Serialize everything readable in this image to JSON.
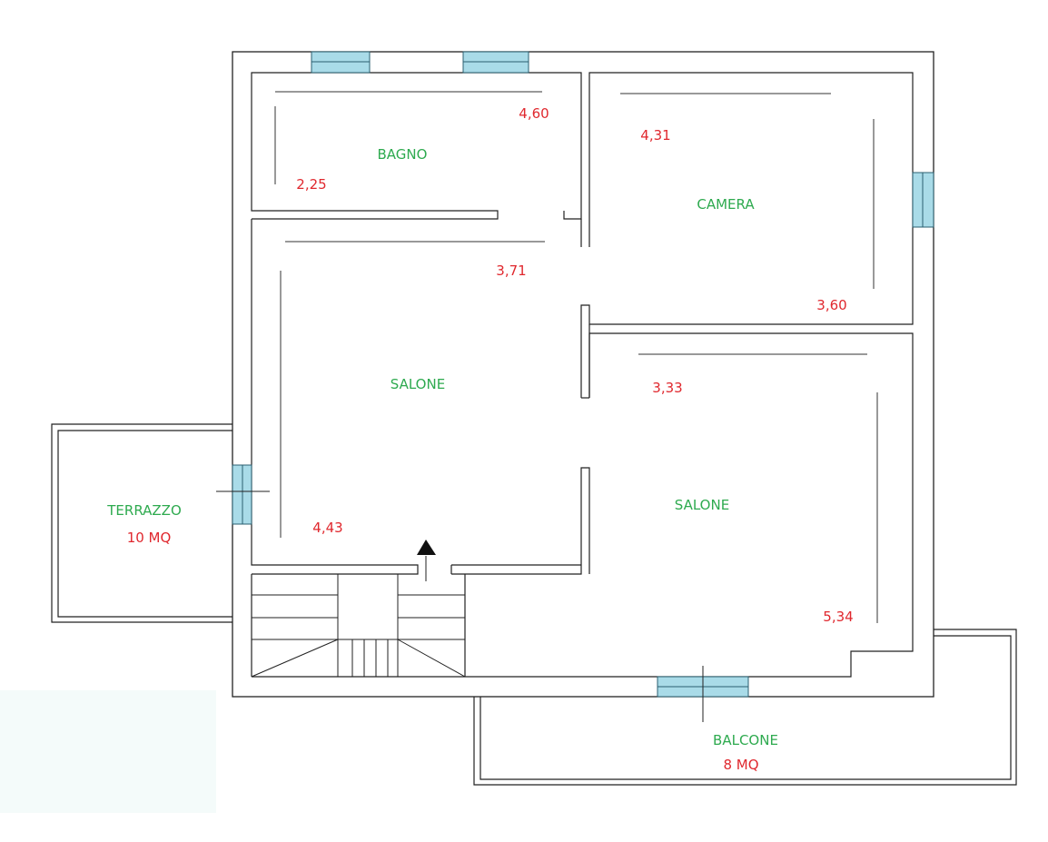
{
  "colors": {
    "room_label": "#2eaa4f",
    "dimension": "#e0282e",
    "window_fill": "#a9dbe8",
    "wall": "#222222",
    "background": "#ffffff"
  },
  "rooms": {
    "bagno": "BAGNO",
    "camera": "CAMERA",
    "salone_left": "SALONE",
    "salone_right": "SALONE",
    "terrazzo": "TERRAZZO",
    "balcone": "BALCONE"
  },
  "areas": {
    "terrazzo": "10 MQ",
    "balcone": "8 MQ"
  },
  "dimensions": {
    "bagno_width": "4,60",
    "bagno_depth": "2,25",
    "camera_width": "4,31",
    "camera_depth": "3,60",
    "salone_left_width": "3,71",
    "salone_left_depth": "4,43",
    "salone_right_width": "3,33",
    "salone_right_depth": "5,34"
  },
  "icons": {
    "entrance": "up-arrow-icon"
  }
}
